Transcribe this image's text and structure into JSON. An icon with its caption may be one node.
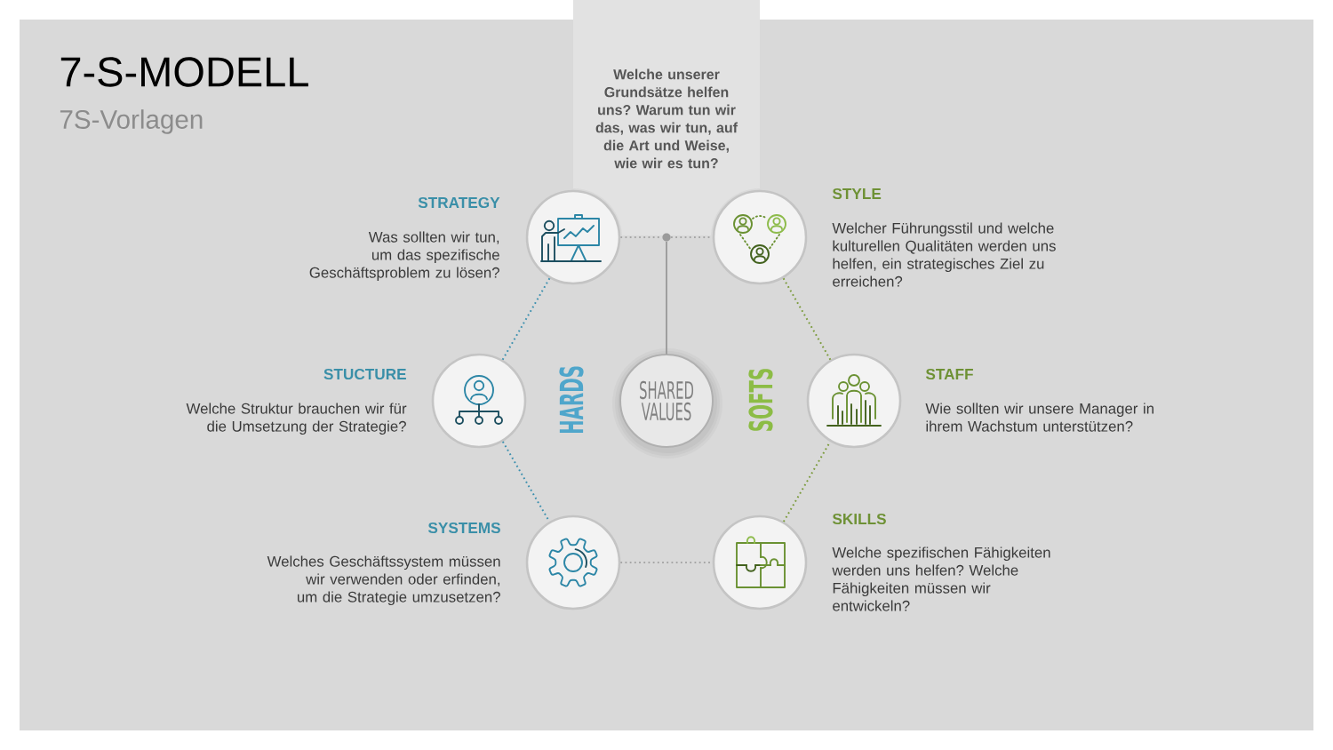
{
  "diagram": {
    "title": "7-S-MODELL",
    "nodes": [
      {
        "text": [
          "Welche unserer Grundsätze helfen uns? Warum tun wir das, was wir tun, auf die Art und Weise, wie wir es tun?"
        ]
      },
      {
        "text": [
          "STRATEGY",
          "Was sollten wir tun, um das spezifische Geschäftsproblem zu lösen?"
        ]
      },
      {
        "text": [
          "STYLE",
          "Welcher Führungsstil und welche kulturellen Qualitäten werden uns helfen, ein strategisches Ziel zu erreichen?"
        ]
      },
      {
        "text": [
          "STUCTURE",
          "Welche Struktur brauchen wir für die Umsetzung der Strategie?"
        ]
      },
      {
        "text": [
          "SHARED VALUES"
        ]
      },
      {
        "text": [
          "STAFF",
          "Wie sollten wir unsere Manager in ihrem Wachstum unterstützen?"
        ]
      },
      {
        "text": [
          "SYSTEMS",
          "Welches Geschäftssystem müssen wir verwenden oder erfinden, um die Strategie umzusetzen?"
        ]
      },
      {
        "text": [
          "SKILLS",
          "Welche spezifischen Fähigkeiten werden uns helfen? Welche Fähigkeiten müssen wir entwickeln?"
        ]
      },
      {
        "text": [],
        "shape": "circle"
      }
    ],
    "edges": [
      {
        "from": 4,
        "to": 8,
        "arrow": "none",
        "color": "#9e9e9e"
      },
      {
        "from": 1,
        "to": 8,
        "arrow": "none",
        "style": "dashed",
        "color": "#a6a6a6"
      },
      {
        "from": 8,
        "to": 2,
        "arrow": "none",
        "style": "dashed",
        "color": "#a6a6a6"
      },
      {
        "from": 1,
        "to": 3,
        "arrow": "none",
        "style": "dashed",
        "color": "#3b8fae"
      },
      {
        "from": 3,
        "to": 6,
        "arrow": "none",
        "style": "dashed",
        "color": "#3b8fae"
      },
      {
        "from": 6,
        "to": 7,
        "arrow": "none",
        "style": "dashed",
        "color": "#a6a6a6"
      },
      {
        "from": 7,
        "to": 5,
        "arrow": "none",
        "style": "dashed",
        "color": "#7a9a3a"
      },
      {
        "from": 5,
        "to": 2,
        "arrow": "none",
        "style": "dashed",
        "color": "#7a9a3a"
      }
    ],
    "labels": [
      "7S-Vorlagen",
      "HARDS",
      "SOFTS"
    ]
  }
}
